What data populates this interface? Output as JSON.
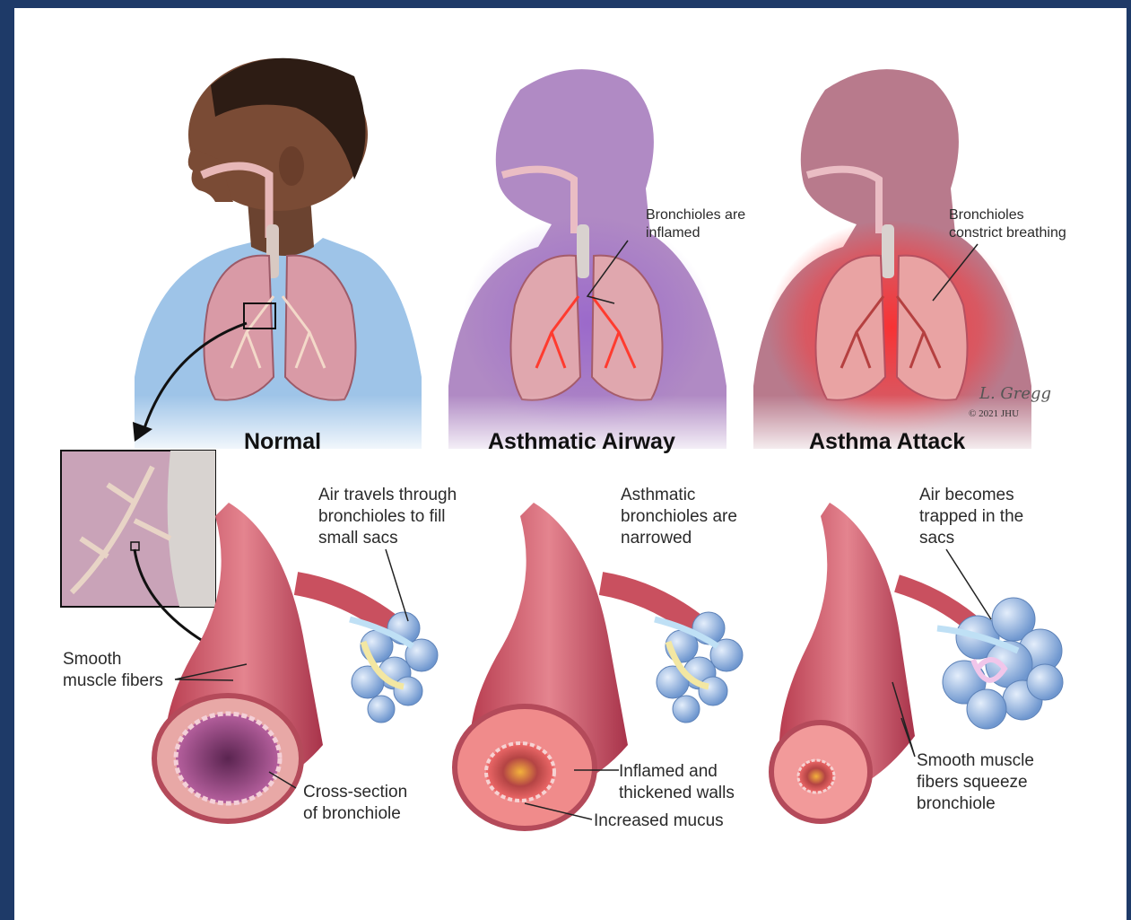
{
  "panels": {
    "normal": {
      "title": "Normal",
      "air_label": "Air travels through\nbronchioles to fill\nsmall sacs",
      "muscle_label": "Smooth\nmuscle fibers",
      "cross_label": "Cross-section\nof bronchiole"
    },
    "asthmatic": {
      "title": "Asthmatic Airway",
      "lung_label": "Bronchioles are\ninflamed",
      "narrow_label": "Asthmatic\nbronchioles are\nnarrowed",
      "walls_label": "Inflamed and\nthickened walls",
      "mucus_label": "Increased mucus"
    },
    "attack": {
      "title": "Asthma Attack",
      "lung_label": "Bronchioles\nconstrict breathing",
      "trapped_label": "Air becomes\ntrapped in the\nsacs",
      "squeeze_label": "Smooth muscle\nfibers squeeze\nbronchiole"
    }
  },
  "credit": {
    "signature": "L. Gregg",
    "copyright": "© 2021 JHU"
  },
  "colors": {
    "frame": "#1e3a68",
    "lung": "#d99aa6",
    "airway": "#c9505f",
    "alveoli": "#8fb2dd",
    "silhouette_asthmatic": "#b08ac4",
    "silhouette_attack": "#b87a8c",
    "inflammation": "#e53030"
  }
}
